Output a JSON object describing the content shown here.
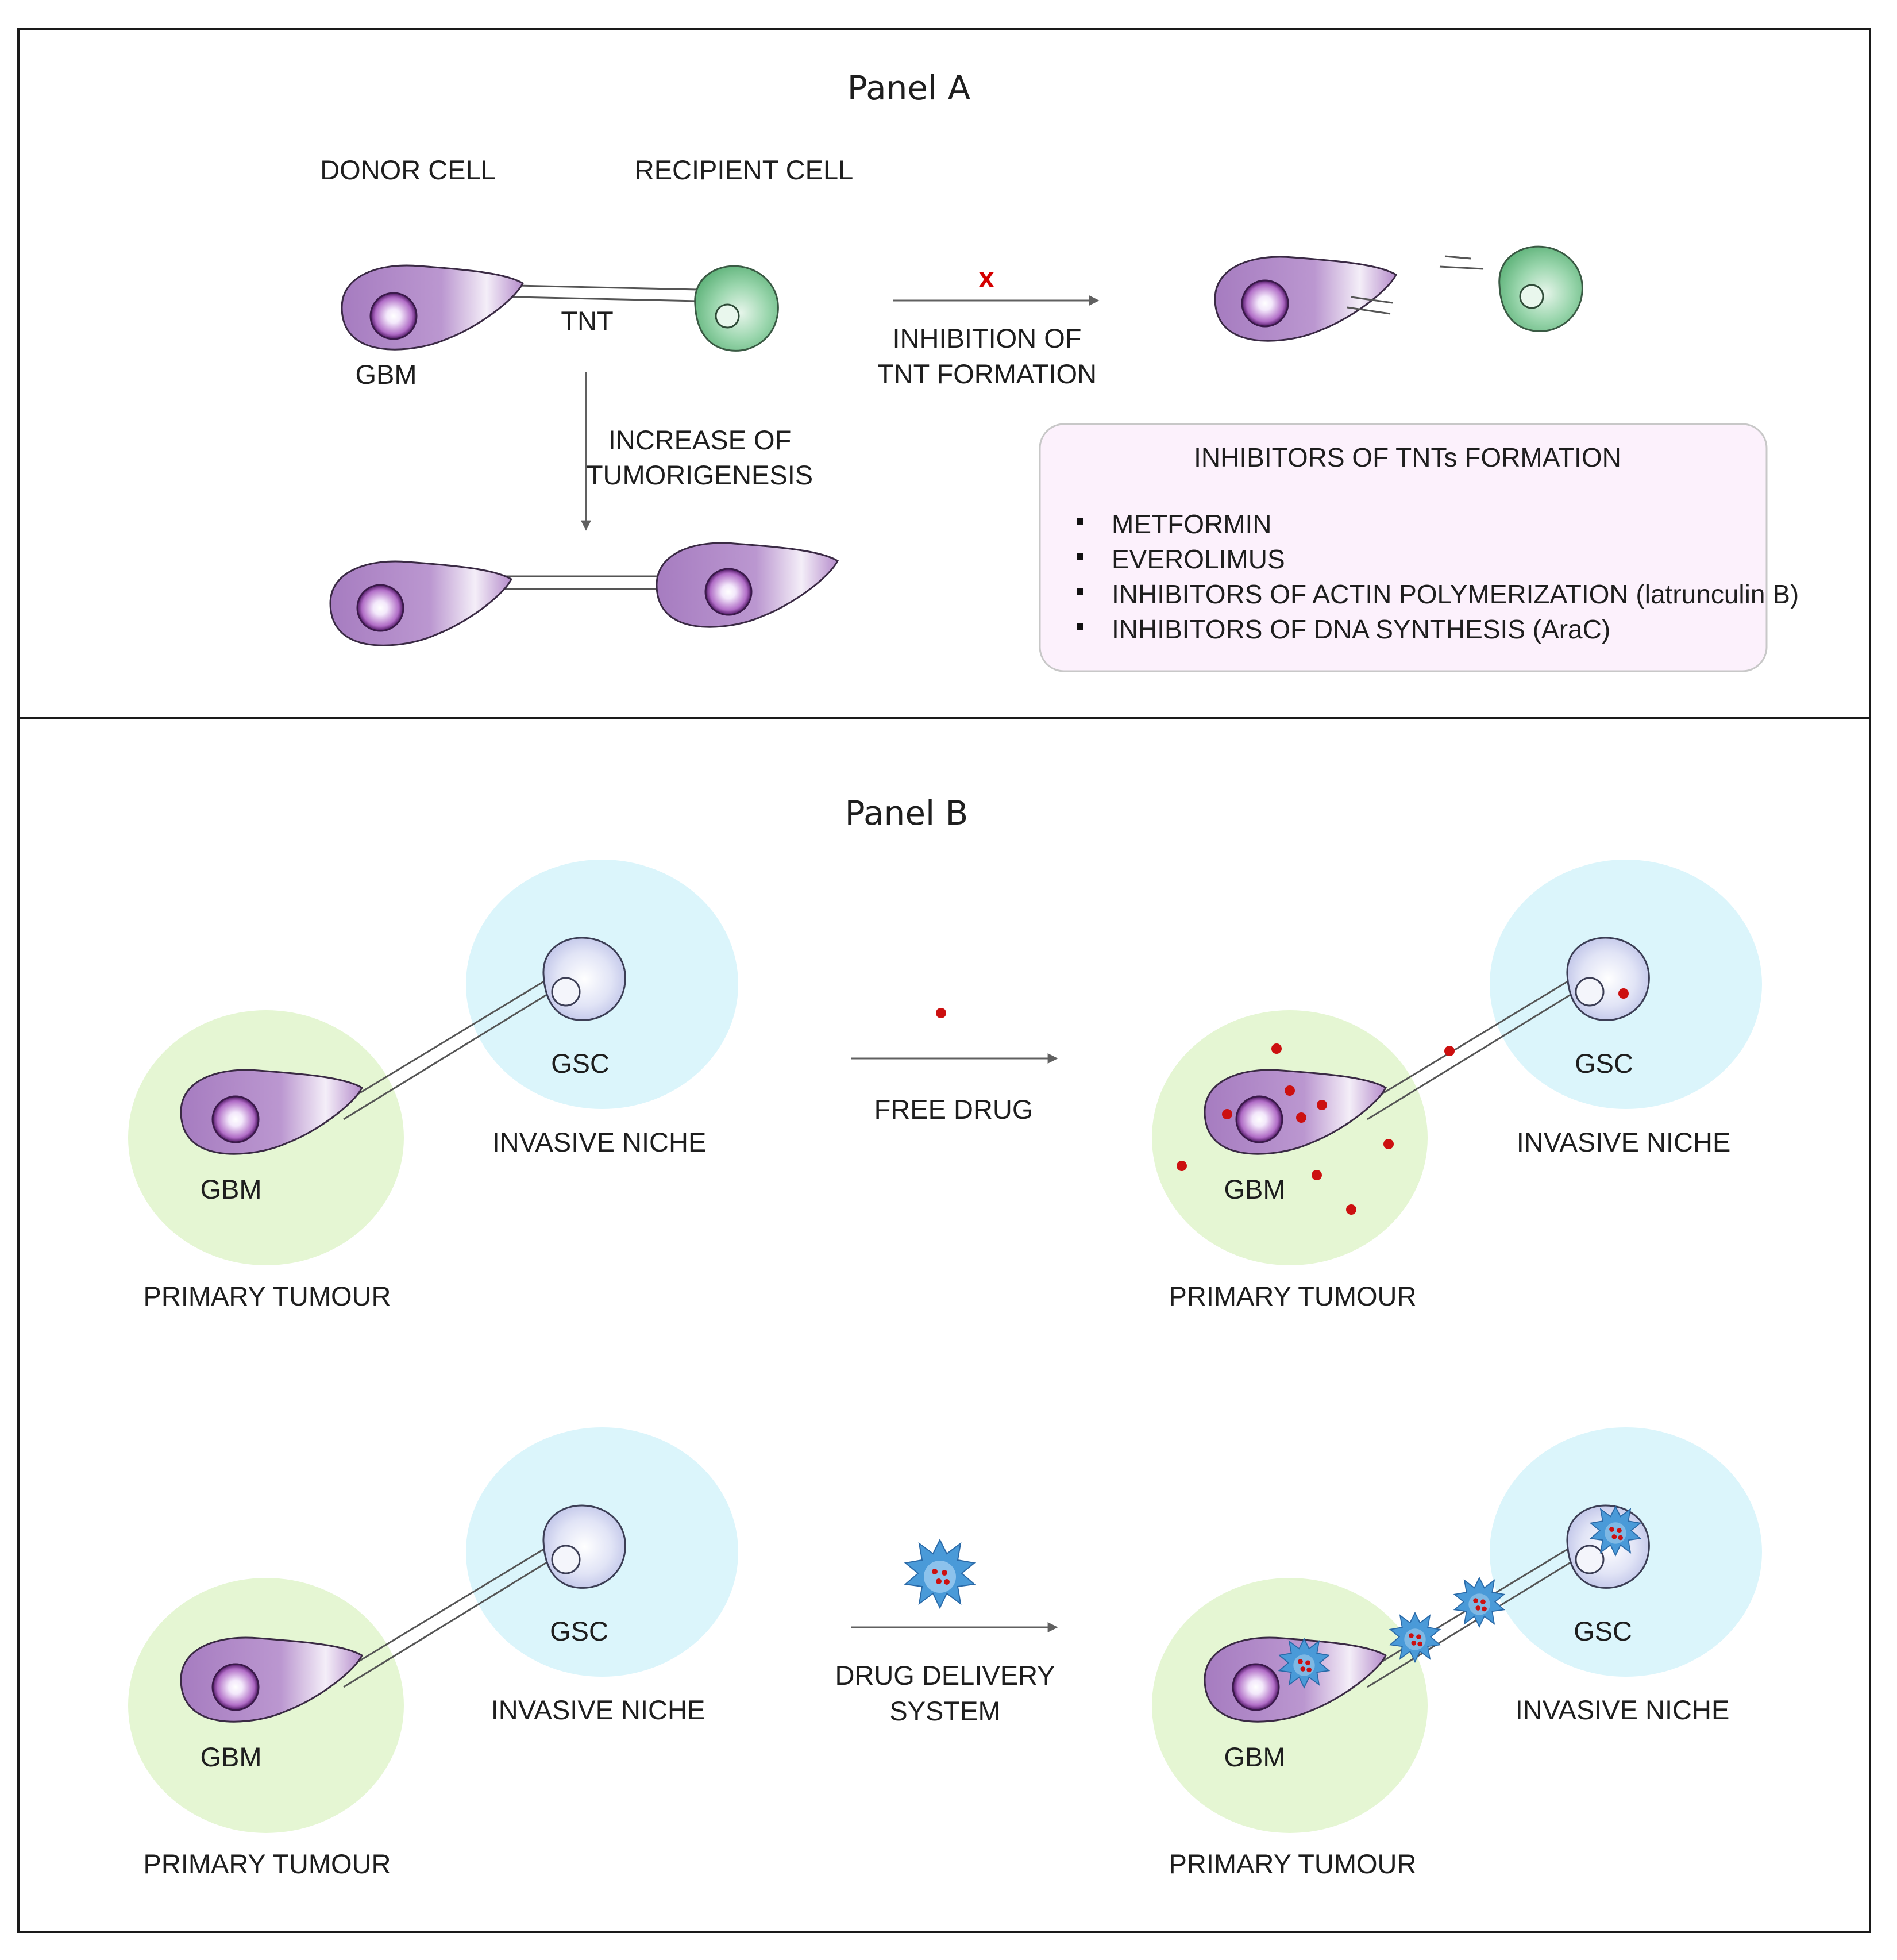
{
  "colors": {
    "gbm_purple": "#a67cc0",
    "recipient_green": "#6fbf86",
    "gsc_lavender": "#c9cdee",
    "primary_tumour_halo": "#e5f6d3",
    "invasive_niche_halo": "#dbf5fb",
    "drug_red": "#cc1010",
    "delivery_blue": "#4a9ad8",
    "inhibitor_box": "#fcf1fc"
  },
  "panel_a": {
    "title": "Panel A",
    "donor_cell": "DONOR CELL",
    "recipient_cell": "RECIPIENT  CELL",
    "tnt": "TNT",
    "gbm": "GBM",
    "inhibition_mark": "x",
    "inhibition": [
      "INHIBITION  OF",
      "TNT FORMATION"
    ],
    "increase": [
      "INCREASE  OF",
      "TUMORIGENESIS"
    ],
    "inhibitors": {
      "title": "INHIBITORS  OF  TNTs FORMATION",
      "items": [
        "METFORMIN",
        "EVEROLIMUS",
        "INHIBITORS  OF ACTIN POLYMERIZATION  (latrunculin B)",
        "INHIBITORS  OF DNA  SYNTHESIS  (AraC)"
      ]
    }
  },
  "panel_b": {
    "title": "Panel B",
    "gsc": "GSC",
    "invasive_niche": "INVASIVE  NICHE",
    "gbm": "GBM",
    "primary_tumour": "PRIMARY TUMOUR",
    "free_drug": "FREE DRUG",
    "drug_delivery": [
      "DRUG DELIVERY",
      "SYSTEM"
    ]
  }
}
